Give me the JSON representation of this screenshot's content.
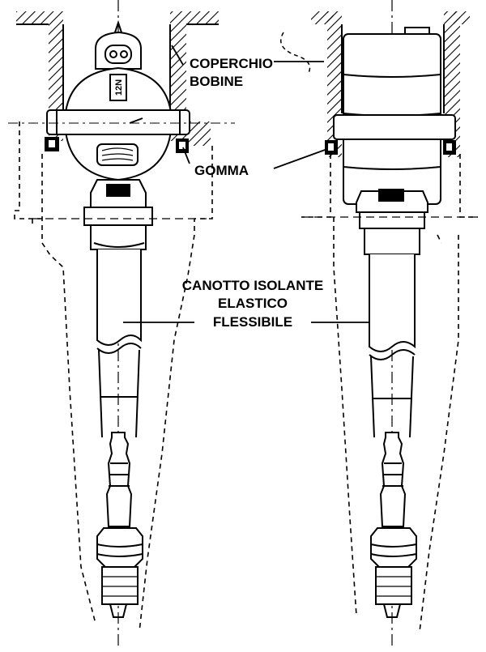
{
  "labels": {
    "coperchio_line1": "COPERCHIO",
    "coperchio_line2": "BOBINE",
    "gomma": "GOMMA",
    "canotto_line1": "CANOTTO ISOLANTE",
    "canotto_line2": "ELASTICO",
    "canotto_line3": "FLESSIBILE"
  },
  "cap_marking": "12N",
  "ink_color": "#000000",
  "paper_color": "#ffffff"
}
